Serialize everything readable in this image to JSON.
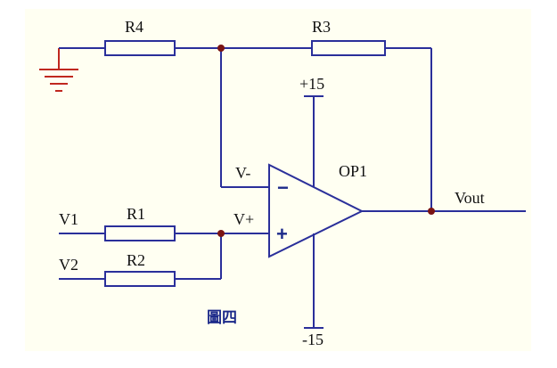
{
  "diagram": {
    "components": {
      "r1": "R1",
      "r2": "R2",
      "r3": "R3",
      "r4": "R4",
      "opamp": "OP1"
    },
    "pins": {
      "inverting_label": "V-",
      "noninverting_label": "V+",
      "minus_sign": "−",
      "plus_sign": "+"
    },
    "supplies": {
      "positive": "+15",
      "negative": "-15"
    },
    "nets": {
      "input1": "V1",
      "input2": "V2",
      "output": "Vout"
    },
    "caption": "圖四",
    "colors": {
      "wire": "#2a2f9a",
      "ground": "#c0281f",
      "junction": "#7a1414",
      "background": "#fffff2"
    }
  }
}
